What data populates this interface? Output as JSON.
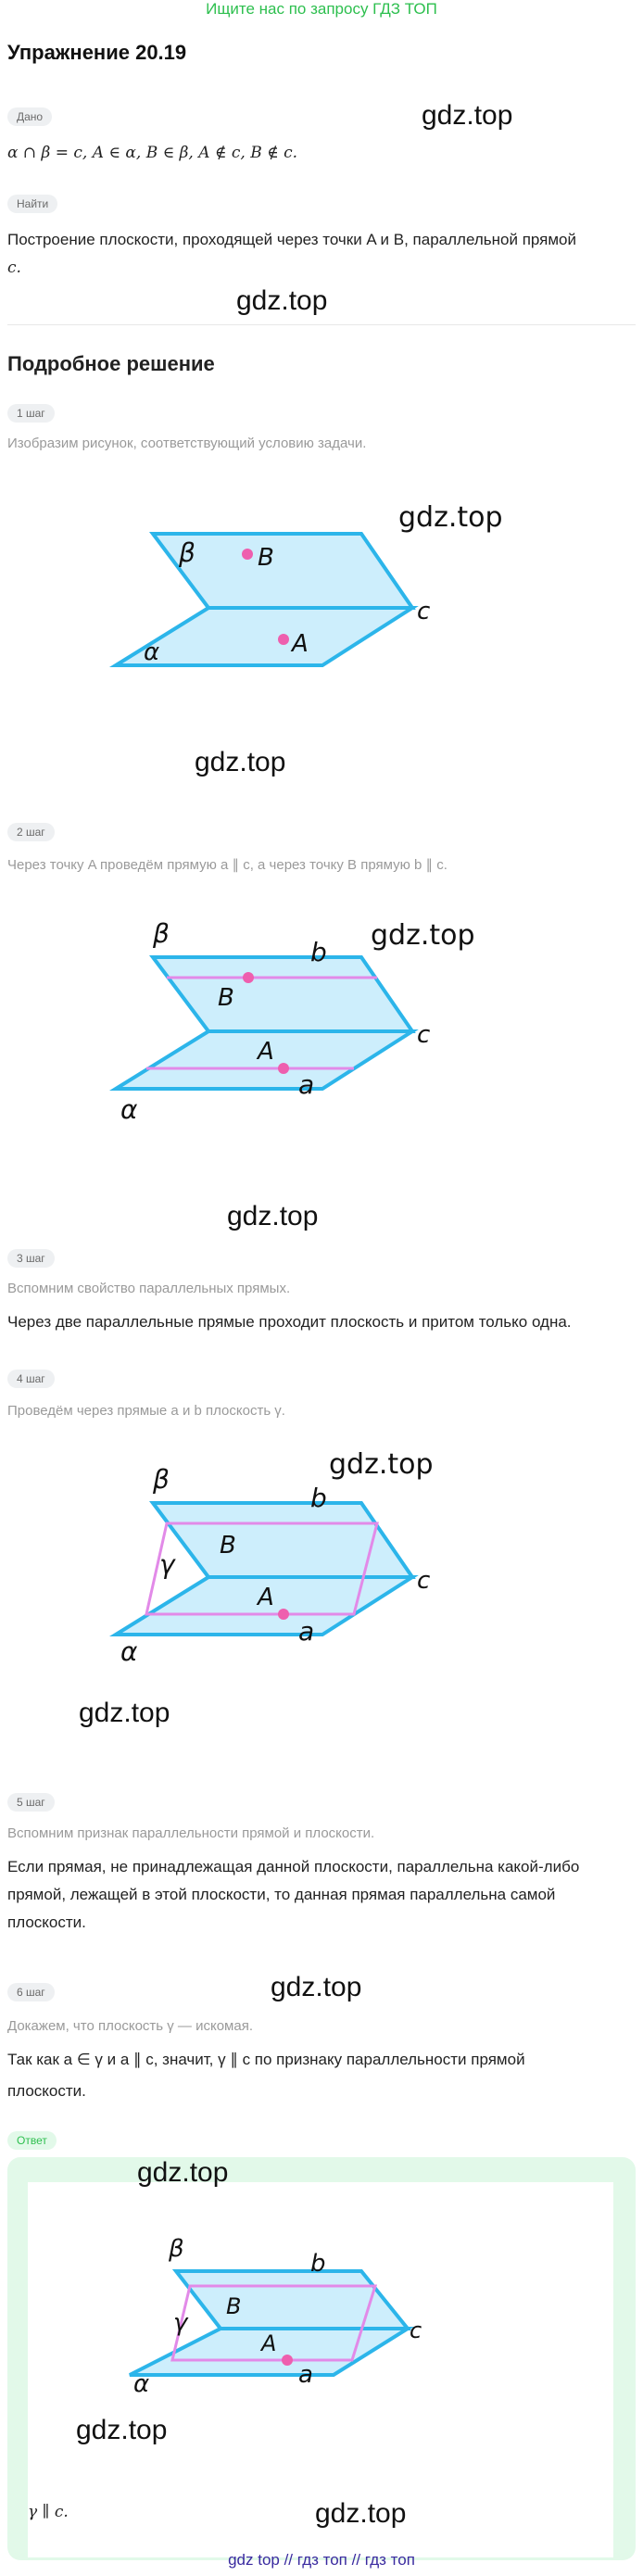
{
  "banner": "Ищите нас по запросу ГДЗ ТОП",
  "title": "Упражнение 20.19",
  "given": {
    "chip": "Дано",
    "text": "α ∩ β = c,  A ∈ α,  B ∈ β,  A ∉ c,  B ∉ c."
  },
  "find": {
    "chip": "Найти",
    "text_line1": "Построение плоскости, проходящей через точки A и B, параллельной прямой",
    "text_line2": "c."
  },
  "watermark": "gdz.top",
  "solution_title": "Подробное решение",
  "steps": [
    {
      "chip": "1 шаг",
      "text": "Изобразим рисунок, соответствующий условию задачи."
    },
    {
      "chip": "2 шаг",
      "text": "Через точку A проведём прямую a ∥ c, а через точку B прямую b ∥ c."
    },
    {
      "chip": "3 шаг",
      "text": "Вспомним свойство параллельных прямых.",
      "bold": "Через две параллельные прямые проходит плоскость и притом только одна."
    },
    {
      "chip": "4 шаг",
      "text": "Проведём через прямые a и b плоскость γ."
    },
    {
      "chip": "5 шаг",
      "text": "Вспомним признак параллельности прямой и плоскости.",
      "bold1": "Если прямая, не принадлежащая данной плоскости, параллельна какой-либо",
      "bold2": "прямой, лежащей в этой плоскости, то данная прямая параллельна самой",
      "bold3": "плоскости."
    },
    {
      "chip": "6 шаг",
      "text": "Докажем, что плоскость γ — искомая.",
      "bold1": "Так как a ∈ γ и a ∥ c, значит, γ ∥ c по признаку параллельности прямой",
      "bold2": "плоскости."
    }
  ],
  "labels": {
    "alpha": "α",
    "beta": "β",
    "gamma": "γ",
    "A": "A",
    "B": "B",
    "a": "a",
    "b": "b",
    "c": "c"
  },
  "answer": {
    "chip": "Ответ",
    "text": "γ ∥ c."
  },
  "footer": "gdz top  //  гдз топ  //  гдз топ",
  "colors": {
    "plane_fill": "#cdeefc",
    "plane_stroke": "#2cb5ea",
    "line_pink": "#e28ae8",
    "point": "#ee5fae",
    "banner": "#2dbf4e"
  }
}
